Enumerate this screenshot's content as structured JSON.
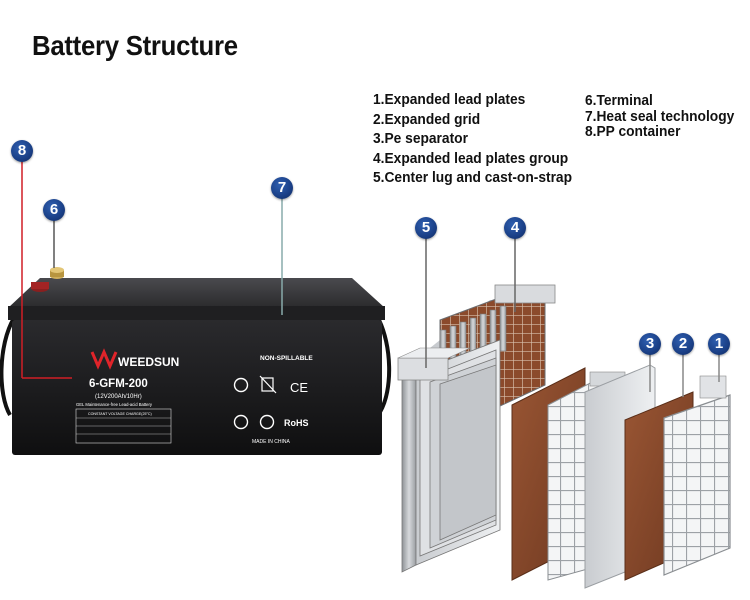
{
  "title": "Battery Structure",
  "legend_left": [
    "1.Expanded lead plates",
    "2.Expanded grid",
    "3.Pe separator",
    "4.Expanded lead plates group",
    "5.Center lug and cast-on-strap"
  ],
  "legend_right": [
    "6.Terminal",
    "7.Heat seal technology",
    "8.PP container"
  ],
  "markers": {
    "m1": "1",
    "m2": "2",
    "m3": "3",
    "m4": "4",
    "m5": "5",
    "m6": "6",
    "m7": "7",
    "m8": "8"
  },
  "battery_label": {
    "brand": "WEEDSUN",
    "model": "6-GFM-200",
    "rating": "(12V200Ah/10Hr)",
    "description": "GEL Maintenance-free Lead-acid Battery",
    "charge_header": "CONSTANT VOLTAGE CHARGE(25°C)",
    "non_spillable": "NON-SPILLABLE",
    "rohs": "RoHS",
    "ce": "CE",
    "made_in": "MADE IN CHINA"
  },
  "colors": {
    "marker": "#1a3f86",
    "battery_body": "#1c1c1e",
    "plate_brown": "#8a4a2c",
    "grid_gray": "#b9bcc0"
  }
}
